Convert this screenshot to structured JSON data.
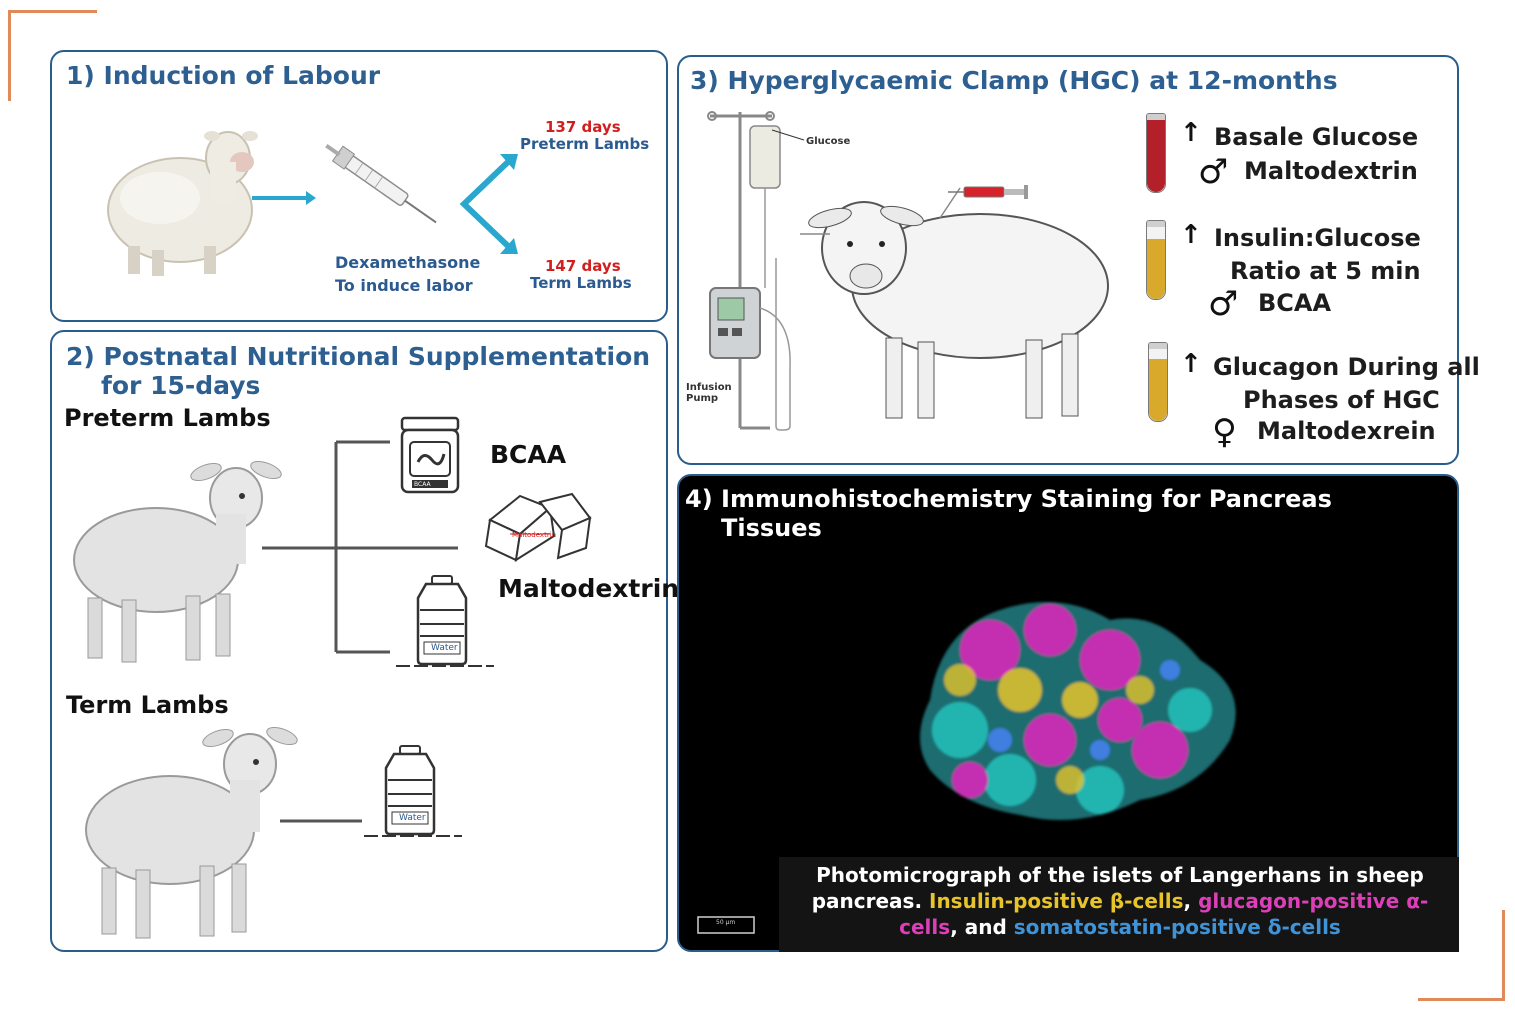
{
  "panel1": {
    "title": "1) Induction of Labour",
    "drug_line1": "Dexamethasone",
    "drug_line2": "To induce labor",
    "preterm_days": "137 days",
    "preterm_label": "Preterm Lambs",
    "term_days": "147 days",
    "term_label": "Term Lambs"
  },
  "panel2": {
    "title_line1": "2) Postnatal Nutritional Supplementation",
    "title_line2": "for 15-days",
    "preterm_heading": "Preterm Lambs",
    "term_heading": "Term Lambs",
    "bcaa": "BCAA",
    "bcaa_jar_label": "BCAA",
    "maltodextrin": "Maltodextrin",
    "maltodextrin_pack_label": "Maltodextrin",
    "water_label": "Water"
  },
  "panel3": {
    "title": "3) Hyperglycaemic Clamp (HGC) at 12-months",
    "glucose_bag_label": "Glucose",
    "pump_label_line1": "Infusion",
    "pump_label_line2": "Pump",
    "result1_line1": "Basale Glucose",
    "result1_line2": "Maltodextrin",
    "result2_line1": "Insulin:Glucose",
    "result2_line2": "Ratio at 5 min",
    "result2_line3": "BCAA",
    "result3_line1": "Glucagon During all",
    "result3_line2": "Phases of HGC",
    "result3_line3": "Maltodexrein",
    "up_arrow": "↑",
    "male_symbol": "♂",
    "female_symbol": "♀",
    "tube_colors": [
      "#b3202a",
      "#d8a92b",
      "#d8a92b"
    ]
  },
  "panel4": {
    "title_line1": "4) Immunohistochemistry Staining for Pancreas",
    "title_line2": "Tissues",
    "caption_part1": "Photomicrograph of the islets of Langerhans in sheep pancreas. ",
    "caption_insulin": "Insulin-positive β-cells",
    "caption_sep1": ", ",
    "caption_glucagon": "glucagon-positive α-cells",
    "caption_sep2": ", and ",
    "caption_somatostatin": "somatostatin-positive δ-cells",
    "scale_bar_label": "50 µm",
    "stain_colors": {
      "insulin": "#e6c42a",
      "glucagon": "#c42fb0",
      "somatostatin": "#22b5b0"
    }
  }
}
